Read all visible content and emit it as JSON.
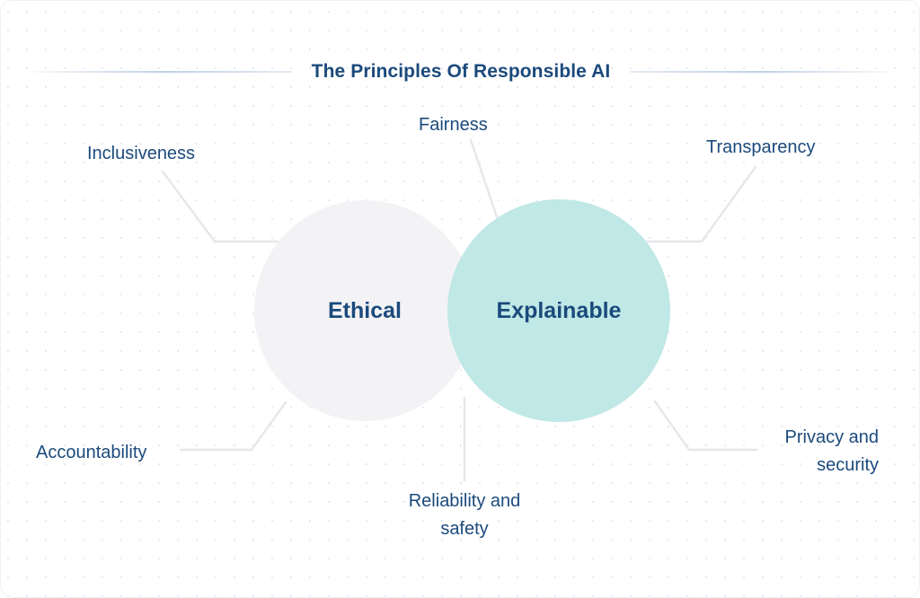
{
  "header": {
    "title": "The Principles Of Responsible AI",
    "rule_left": "divider-line",
    "rule_right": "divider-line"
  },
  "diagram": {
    "type": "venn",
    "circles": [
      {
        "id": "ethical",
        "label": "Ethical",
        "color": "#f3f3f5"
      },
      {
        "id": "explainable",
        "label": "Explainable",
        "color": "#bfe8e6"
      }
    ],
    "overlap_color": "#9bdcd7",
    "text_color": "#1b4a7c",
    "connector_color": "#e6e7ea"
  },
  "principles": [
    {
      "id": "inclusiveness",
      "label": "Inclusiveness",
      "position": "top-left"
    },
    {
      "id": "fairness",
      "label": "Fairness",
      "position": "top-center"
    },
    {
      "id": "transparency",
      "label": "Transparency",
      "position": "top-right"
    },
    {
      "id": "accountability",
      "label": "Accountability",
      "position": "bottom-left"
    },
    {
      "id": "reliability",
      "label": "Reliability and",
      "label_line2": "safety",
      "position": "bottom-center"
    },
    {
      "id": "privacy",
      "label": "Privacy and",
      "label_line2": "security",
      "position": "bottom-right"
    }
  ]
}
